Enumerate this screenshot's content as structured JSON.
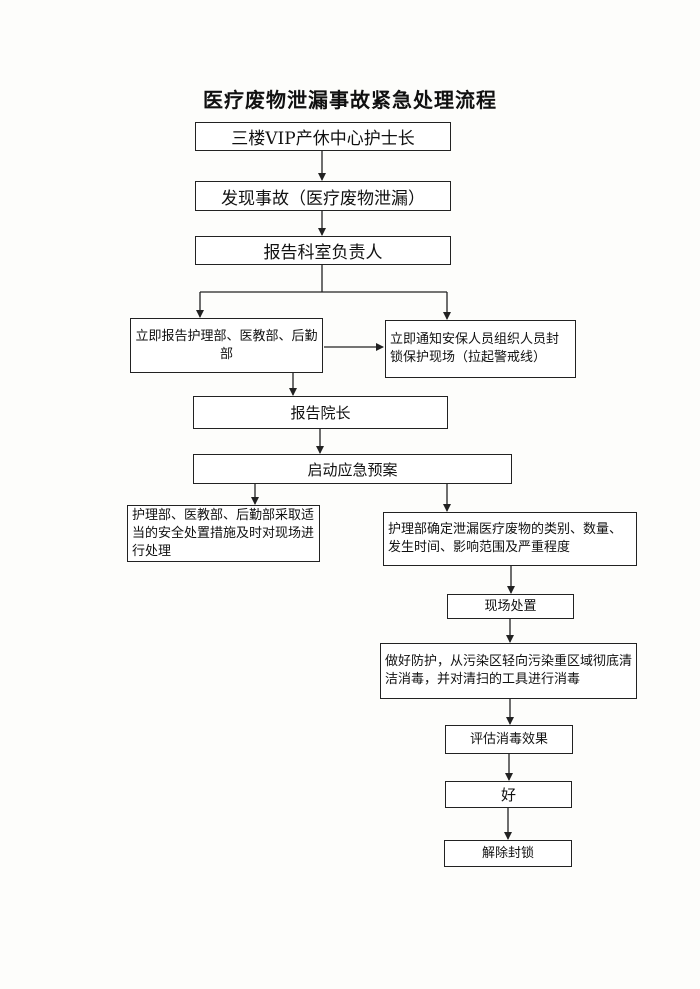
{
  "title": "医疗废物泄漏事故紧急处理流程",
  "nodes": {
    "head_nurse": "三楼VIP产休中心护士长",
    "discover": "发现事故（医疗废物泄漏）",
    "report_dept_head": "报告科室负责人",
    "report_departments": "立即报告护理部、医教部、后勤部",
    "notify_security": "立即通知安保人员组织人员封锁保护现场（拉起警戒线）",
    "report_president": "报告院长",
    "start_plan": "启动应急预案",
    "departments_action": "护理部、医教部、后勤部采取适当的安全处置措施及时对现场进行处理",
    "determine_waste": "护理部确定泄漏医疗废物的类别、数量、发生时间、影响范围及严重程度",
    "onsite_handling": "现场处置",
    "disinfect": "做好防护，从污染区轻向污染重区域彻底清洁消毒，并对清扫的工具进行消毒",
    "evaluate": "评估消毒效果",
    "good": "好",
    "unlock": "解除封锁"
  }
}
